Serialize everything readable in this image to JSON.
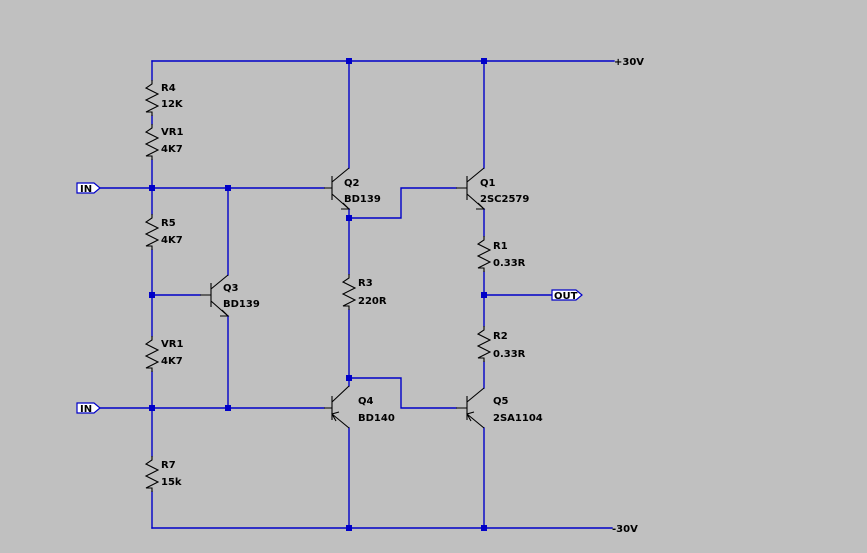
{
  "colors": {
    "background": "#c0c0c0",
    "wire": "#0000c8",
    "component": "#000000"
  },
  "rails": {
    "positive": "+30V",
    "negative": "-30V"
  },
  "ports": {
    "in_top": "IN",
    "in_bottom": "IN",
    "out": "OUT"
  },
  "resistors": {
    "R4": {
      "ref": "R4",
      "value": "12K"
    },
    "VR1_top": {
      "ref": "VR1",
      "value": "4K7"
    },
    "R5": {
      "ref": "R5",
      "value": "4K7"
    },
    "VR1_bottom": {
      "ref": "VR1",
      "value": "4K7"
    },
    "R7": {
      "ref": "R7",
      "value": "15k"
    },
    "R3": {
      "ref": "R3",
      "value": "220R"
    },
    "R1": {
      "ref": "R1",
      "value": "0.33R"
    },
    "R2": {
      "ref": "R2",
      "value": "0.33R"
    }
  },
  "transistors": {
    "Q1": {
      "ref": "Q1",
      "model": "2SC2579",
      "type": "npn"
    },
    "Q2": {
      "ref": "Q2",
      "model": "BD139",
      "type": "npn"
    },
    "Q3": {
      "ref": "Q3",
      "model": "BD139",
      "type": "npn"
    },
    "Q4": {
      "ref": "Q4",
      "model": "BD140",
      "type": "pnp"
    },
    "Q5": {
      "ref": "Q5",
      "model": "2SA1104",
      "type": "pnp"
    }
  }
}
